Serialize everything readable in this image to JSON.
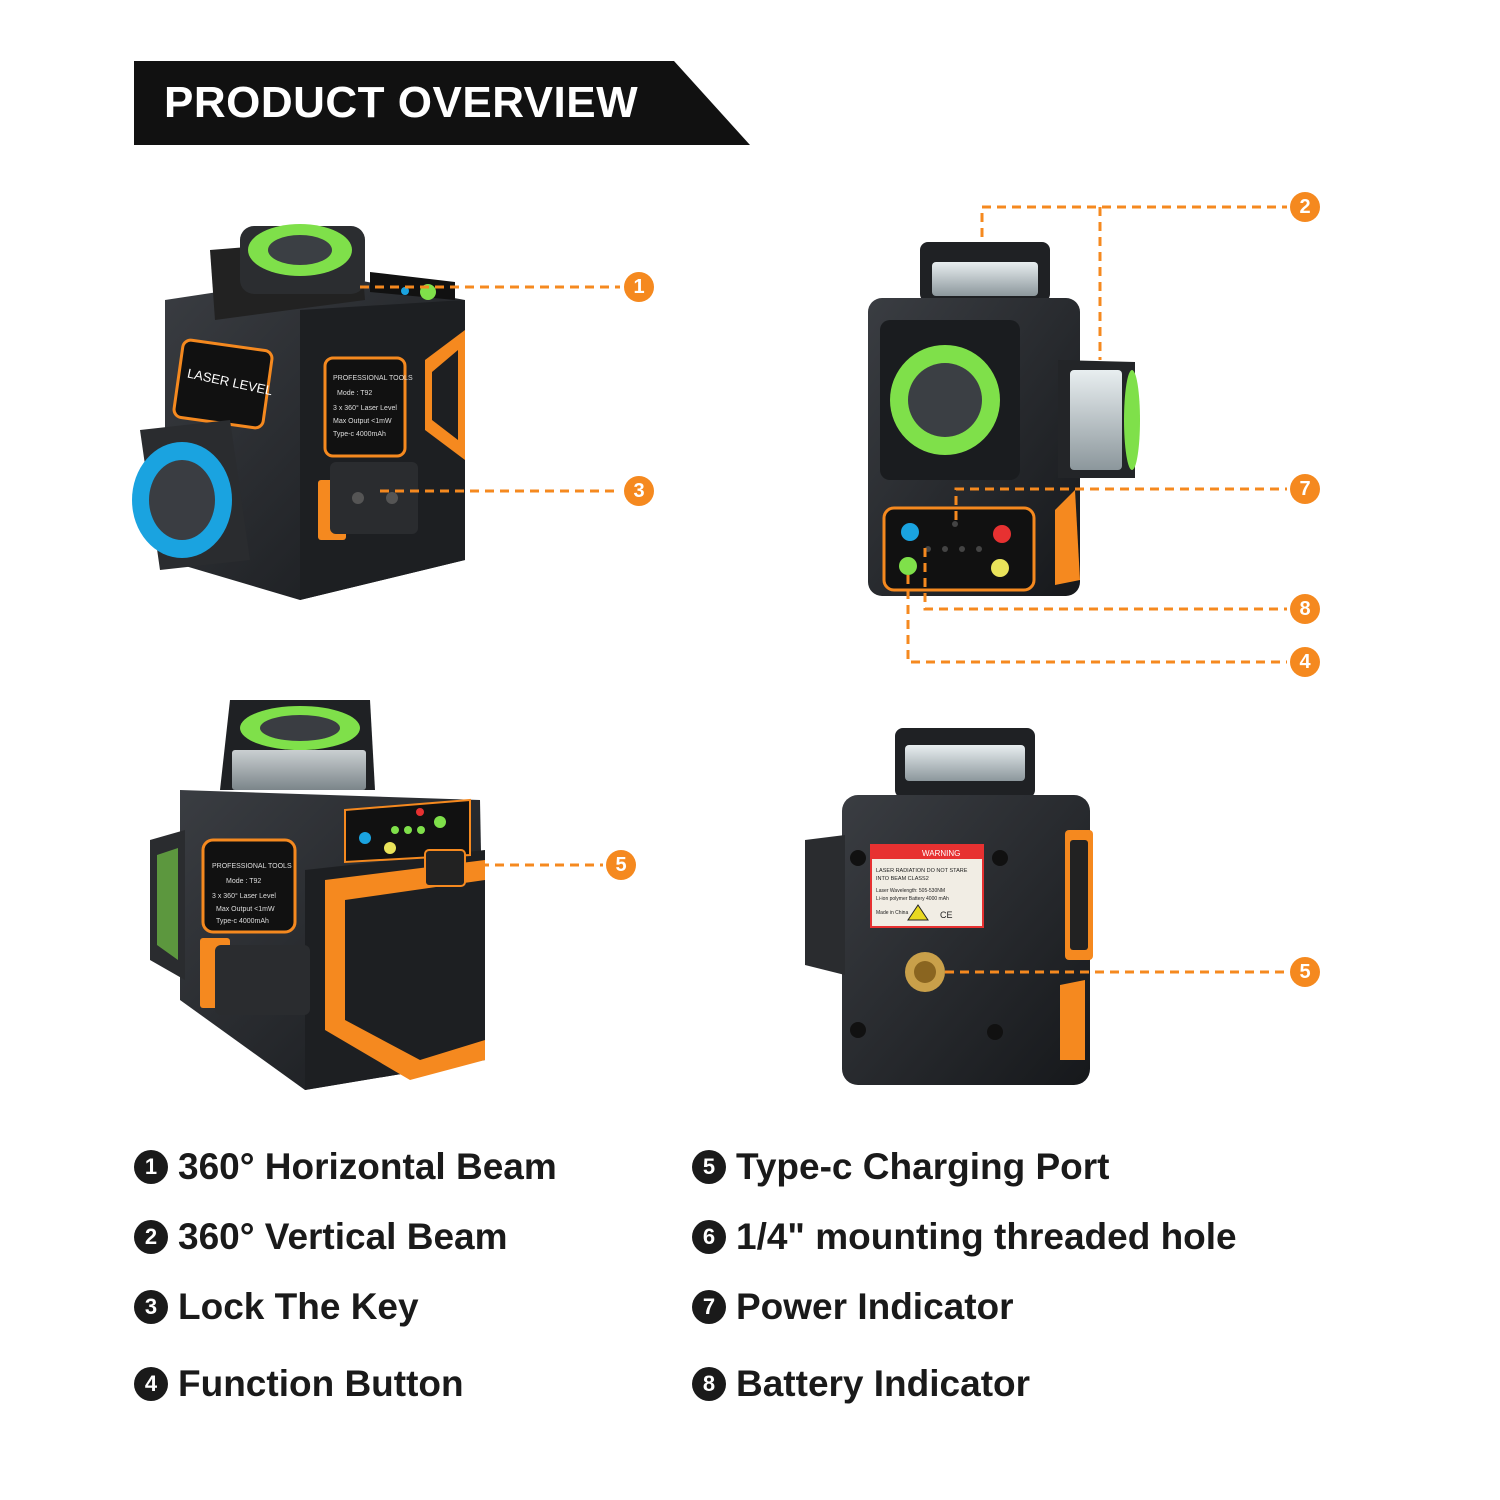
{
  "header": {
    "title": "PRODUCT OVERVIEW"
  },
  "colors": {
    "accent": "#f5891f",
    "dark": "#111111",
    "green": "#7fe04a",
    "blue": "#1aa3e0"
  },
  "device_labels": {
    "laser_level": "LASER LEVEL",
    "pro_tools": "PROFESSIONAL TOOLS",
    "mode": "Mode : T92",
    "spec1": "3 x 360° Laser Level",
    "spec2": "Max Output <1mW",
    "spec3": "Type-c 4000mAh",
    "warning": "WARNING",
    "warn1": "LASER RADIATION DO NOT STARE",
    "warn2": "INTO BEAM CLASS2",
    "warn3": "Laser Wavelength: 505-530NM",
    "warn4": "Li-ion polymer Battery 4000 mAh",
    "warn5": "Made in China",
    "ce": "CE"
  },
  "callouts": [
    {
      "id": "c1",
      "number": "1"
    },
    {
      "id": "c2",
      "number": "2"
    },
    {
      "id": "c3",
      "number": "3"
    },
    {
      "id": "c7",
      "number": "7"
    },
    {
      "id": "c8",
      "number": "8"
    },
    {
      "id": "c4",
      "number": "4"
    },
    {
      "id": "c5a",
      "number": "5"
    },
    {
      "id": "c5b",
      "number": "5"
    }
  ],
  "legend": [
    {
      "number": "1",
      "label": "360° Horizontal Beam"
    },
    {
      "number": "2",
      "label": "360° Vertical Beam"
    },
    {
      "number": "3",
      "label": "Lock The Key"
    },
    {
      "number": "4",
      "label": "Function Button"
    },
    {
      "number": "5",
      "label": "Type-c Charging Port"
    },
    {
      "number": "6",
      "label": "1/4\" mounting threaded hole"
    },
    {
      "number": "7",
      "label": "Power Indicator"
    },
    {
      "number": "8",
      "label": "Battery Indicator"
    }
  ]
}
